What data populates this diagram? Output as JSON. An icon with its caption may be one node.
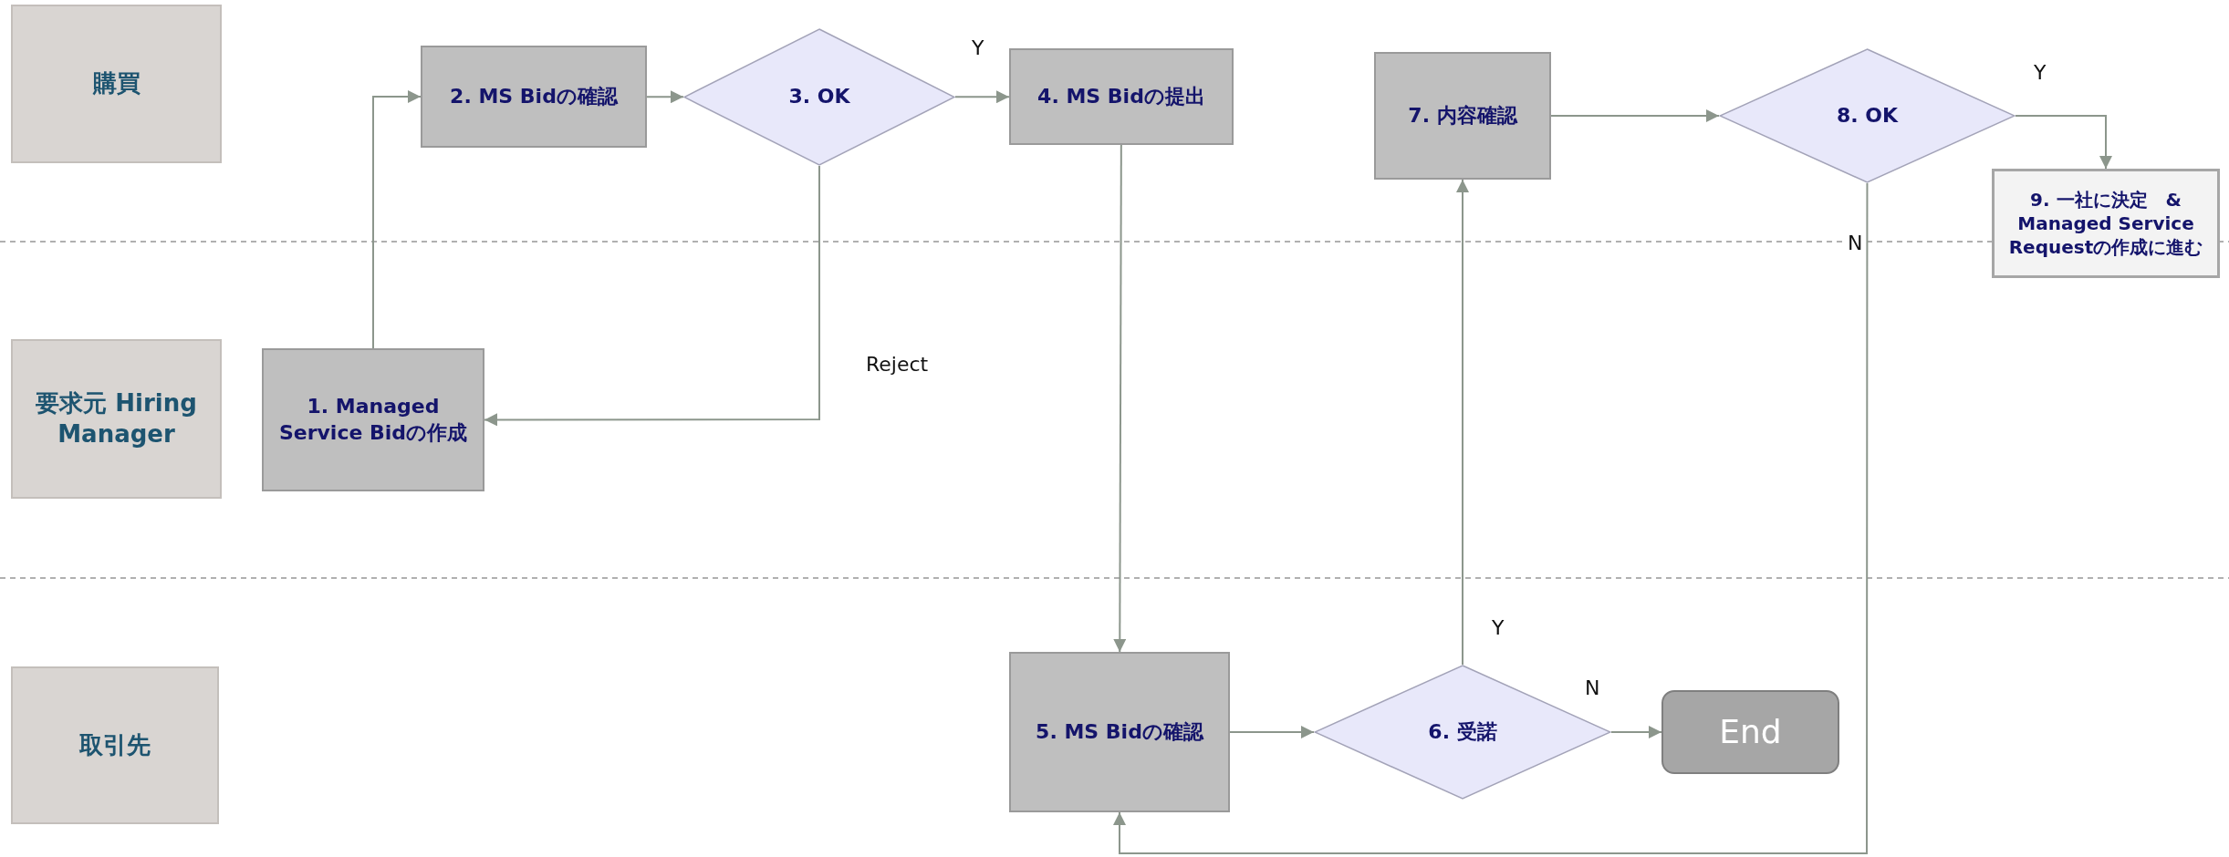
{
  "diagram": {
    "nodes": [
      {
        "text": [
          "購買"
        ]
      },
      {
        "text": [
          "要求元 Hiring Manager"
        ]
      },
      {
        "text": [
          "取引先"
        ]
      },
      {
        "text": [
          "1. Managed Service Bidの作成"
        ]
      },
      {
        "text": [
          "2. MS Bidの確認"
        ]
      },
      {
        "text": [
          "3. OK"
        ]
      },
      {
        "text": [
          "4. MS Bidの提出"
        ]
      },
      {
        "text": [
          "5. MS Bidの確認"
        ]
      },
      {
        "text": [
          "6. 受諾"
        ]
      },
      {
        "text": [
          "End"
        ]
      },
      {
        "text": [
          "7. 内容確認"
        ]
      },
      {
        "text": [
          "8. OK"
        ]
      },
      {
        "text": [
          "9. 一社に決定　& Managed Service Requestの作成に進む"
        ]
      }
    ],
    "edges": [
      {
        "from": 3,
        "to": 4,
        "arrow": "to"
      },
      {
        "from": 4,
        "to": 5,
        "arrow": "to"
      },
      {
        "from": 5,
        "to": 6,
        "arrow": "to",
        "label": "Y"
      },
      {
        "from": 5,
        "to": 3,
        "arrow": "to",
        "label": "Reject"
      },
      {
        "from": 6,
        "to": 7,
        "arrow": "to"
      },
      {
        "from": 7,
        "to": 8,
        "arrow": "to"
      },
      {
        "from": 8,
        "to": 9,
        "arrow": "to",
        "label": "N"
      },
      {
        "from": 8,
        "to": 10,
        "arrow": "to",
        "label": "Y"
      },
      {
        "from": 10,
        "to": 11,
        "arrow": "to"
      },
      {
        "from": 11,
        "to": 12,
        "arrow": "to",
        "label": "Y"
      },
      {
        "from": 11,
        "to": 7,
        "arrow": "to",
        "label": "N"
      }
    ]
  }
}
